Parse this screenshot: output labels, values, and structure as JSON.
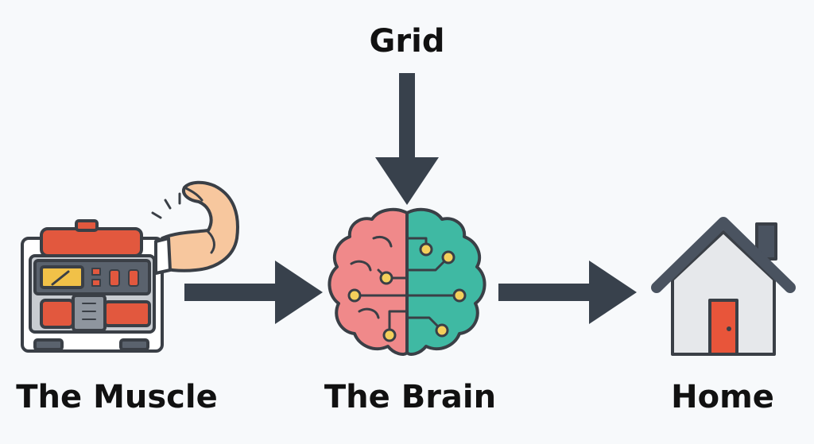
{
  "nodes": {
    "grid": {
      "label": "Grid"
    },
    "muscle": {
      "label": "The Muscle",
      "icon": "generator-with-flexed-arm-icon"
    },
    "brain": {
      "label": "The Brain",
      "icon": "circuit-brain-icon"
    },
    "home": {
      "label": "Home",
      "icon": "house-icon"
    }
  },
  "edges": [
    {
      "from": "grid",
      "to": "brain"
    },
    {
      "from": "muscle",
      "to": "brain"
    },
    {
      "from": "brain",
      "to": "home"
    }
  ],
  "colors": {
    "arrow": "#38414c",
    "outline": "#3a3f46",
    "generator_red": "#e2583e",
    "generator_frame": "#c8ccd1",
    "gauge_yellow": "#f1c148",
    "skin": "#f7c79e",
    "brain_left": "#f0898a",
    "brain_right": "#3fb9a3",
    "circuit_node": "#f3cf5b",
    "house_wall": "#e6e8eb",
    "door": "#e8553a",
    "chimney": "#4a5360"
  }
}
